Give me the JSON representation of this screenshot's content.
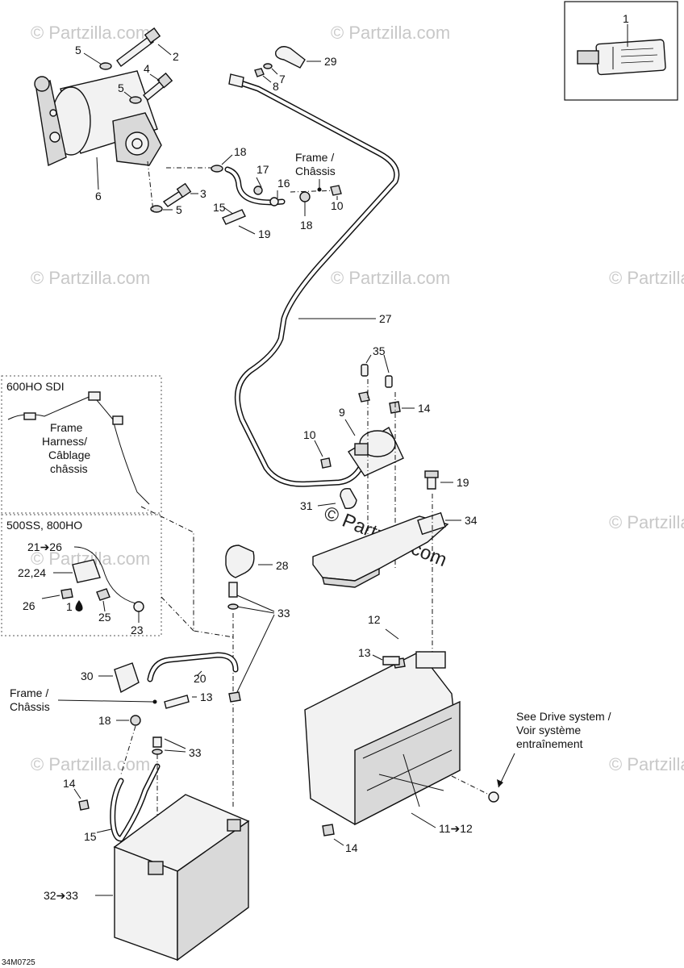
{
  "callouts": {
    "c1": "1",
    "c2": "2",
    "c3": "3",
    "c4": "4",
    "c5a": "5",
    "c5b": "5",
    "c5c": "5",
    "c6": "6",
    "c7": "7",
    "c8": "8",
    "c9": "9",
    "c10a": "10",
    "c10b": "10",
    "c12": "12",
    "c13a": "13",
    "c13b": "13",
    "c14a": "14",
    "c14b": "14",
    "c14c": "14",
    "c15a": "15",
    "c15b": "15",
    "c16": "16",
    "c17": "17",
    "c18a": "18",
    "c18b": "18",
    "c18c": "18",
    "c19a": "19",
    "c19b": "19",
    "c20": "20",
    "c23": "23",
    "c25": "25",
    "c26": "26",
    "c27": "27",
    "c28": "28",
    "c29": "29",
    "c30": "30",
    "c31": "31",
    "c33a": "33",
    "c33b": "33",
    "c34": "34",
    "c35": "35",
    "c21_26": "21➔26",
    "c22_24": "22,24",
    "c1drop": "1",
    "c11_12": "11➔12",
    "c32_33": "32➔33"
  },
  "notes": {
    "frame_top_1": "Frame /",
    "frame_top_2": "Châssis",
    "frame_bot_1": "Frame /",
    "frame_bot_2": "Châssis",
    "harness_1": "Frame",
    "harness_2": "Harness/",
    "harness_3": "Câblage",
    "harness_4": "châssis",
    "drive_1": "See Drive system /",
    "drive_2": "Voir système",
    "drive_3": "entraînement"
  },
  "variant_boxes": {
    "sdi": "600HO SDI",
    "ss": "500SS, 800HO"
  },
  "watermark": "© Partzilla.com",
  "drawing_code": "34M0725"
}
